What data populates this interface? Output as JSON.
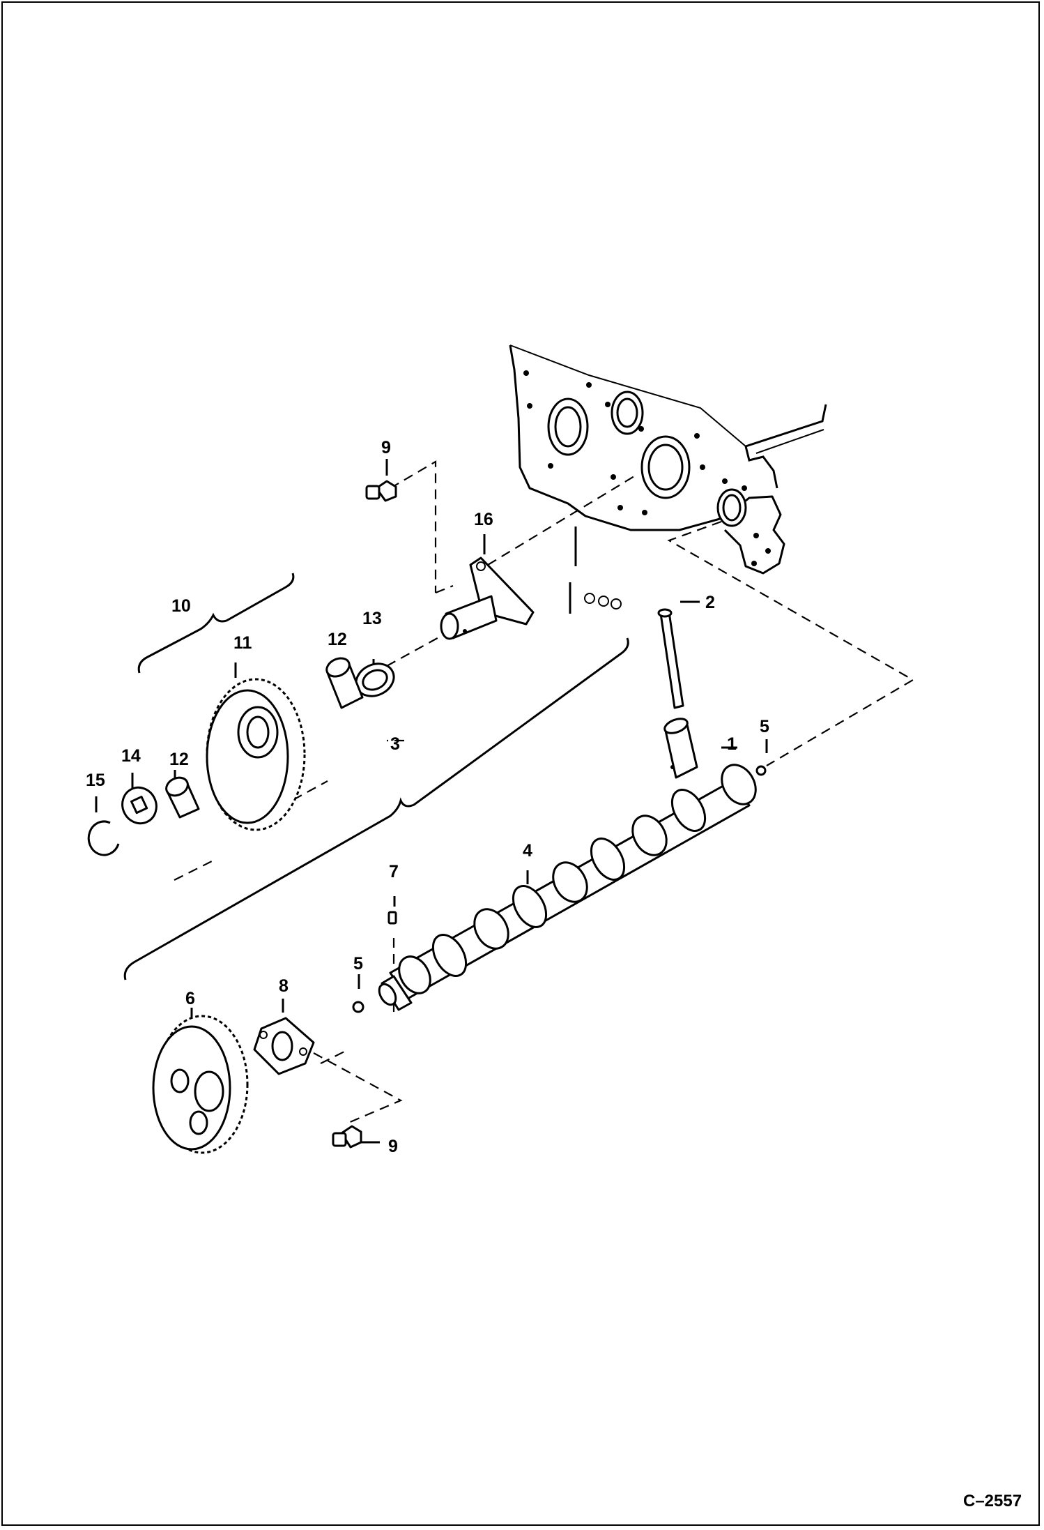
{
  "figure_ref": "C–2557",
  "callouts": [
    "1",
    "2",
    "3",
    "4",
    "5",
    "5",
    "6",
    "7",
    "8",
    "9",
    "9",
    "10",
    "11",
    "12",
    "12",
    "13",
    "14",
    "15",
    "16"
  ],
  "parts": [
    "engine-front-plate",
    "tappet",
    "push-rod",
    "camshaft-assembly",
    "camshaft",
    "plug",
    "camshaft-gear",
    "key",
    "thrust-plate",
    "bolt",
    "idler-gear-assembly",
    "idler-gear",
    "bushing",
    "thrust-washer",
    "retaining-ring",
    "idler-shaft"
  ]
}
